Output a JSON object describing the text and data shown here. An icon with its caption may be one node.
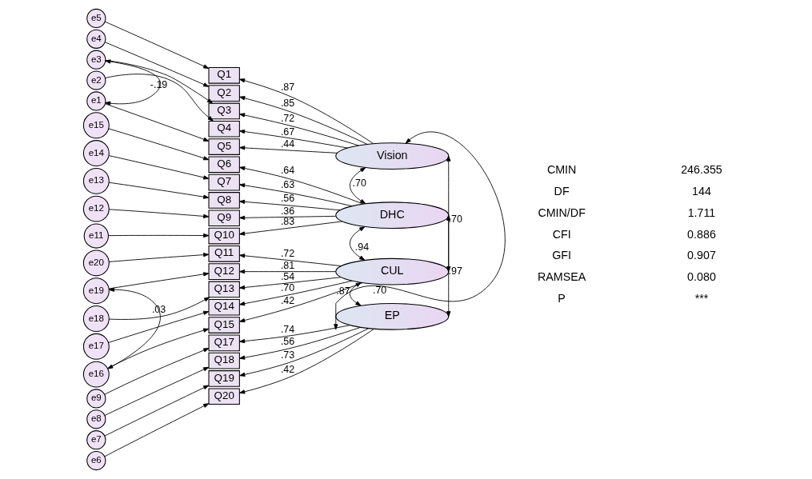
{
  "diagram": {
    "nodes": [
      {
        "text": [
          "Vision"
        ]
      },
      {
        "text": [
          "DHC"
        ]
      },
      {
        "text": [
          "CUL"
        ]
      },
      {
        "text": [
          "EP"
        ]
      },
      {
        "text": [
          "Q1"
        ]
      },
      {
        "text": [
          "Q2"
        ]
      },
      {
        "text": [
          "Q3"
        ]
      },
      {
        "text": [
          "Q4"
        ]
      },
      {
        "text": [
          "Q5"
        ]
      },
      {
        "text": [
          "Q6"
        ]
      },
      {
        "text": [
          "Q7"
        ]
      },
      {
        "text": [
          "Q8"
        ]
      },
      {
        "text": [
          "Q9"
        ]
      },
      {
        "text": [
          "Q10"
        ]
      },
      {
        "text": [
          "Q11"
        ]
      },
      {
        "text": [
          "Q12"
        ]
      },
      {
        "text": [
          "Q13"
        ]
      },
      {
        "text": [
          "Q14"
        ]
      },
      {
        "text": [
          "Q15"
        ]
      },
      {
        "text": [
          "Q17"
        ]
      },
      {
        "text": [
          "Q18"
        ]
      },
      {
        "text": [
          "Q19"
        ]
      },
      {
        "text": [
          "Q20"
        ]
      },
      {
        "text": [
          "e5"
        ]
      },
      {
        "text": [
          "e4"
        ]
      },
      {
        "text": [
          "e3"
        ]
      },
      {
        "text": [
          "e2"
        ]
      },
      {
        "text": [
          "e1"
        ]
      },
      {
        "text": [
          "e15"
        ]
      },
      {
        "text": [
          "e14"
        ]
      },
      {
        "text": [
          "e13"
        ]
      },
      {
        "text": [
          "e12"
        ]
      },
      {
        "text": [
          "e11"
        ]
      },
      {
        "text": [
          "e20"
        ]
      },
      {
        "text": [
          "e19"
        ]
      },
      {
        "text": [
          "e18"
        ]
      },
      {
        "text": [
          "e17"
        ]
      },
      {
        "text": [
          "e16"
        ]
      },
      {
        "text": [
          "e9"
        ]
      },
      {
        "text": [
          "e8"
        ]
      },
      {
        "text": [
          "e7"
        ]
      },
      {
        "text": [
          "e6"
        ]
      }
    ],
    "edges": [
      {
        "from": 23,
        "to": 4,
        "arrow": "to"
      },
      {
        "from": 24,
        "to": 5,
        "arrow": "to"
      },
      {
        "from": 25,
        "to": 6,
        "arrow": "to"
      },
      {
        "from": 26,
        "to": 7,
        "arrow": "to"
      },
      {
        "from": 27,
        "to": 8,
        "arrow": "to"
      },
      {
        "from": 28,
        "to": 9,
        "arrow": "to"
      },
      {
        "from": 29,
        "to": 10,
        "arrow": "to"
      },
      {
        "from": 30,
        "to": 11,
        "arrow": "to"
      },
      {
        "from": 31,
        "to": 12,
        "arrow": "to"
      },
      {
        "from": 32,
        "to": 13,
        "arrow": "to"
      },
      {
        "from": 33,
        "to": 14,
        "arrow": "to"
      },
      {
        "from": 34,
        "to": 15,
        "arrow": "to"
      },
      {
        "from": 35,
        "to": 16,
        "arrow": "to"
      },
      {
        "from": 36,
        "to": 17,
        "arrow": "to"
      },
      {
        "from": 37,
        "to": 18,
        "arrow": "to"
      },
      {
        "from": 38,
        "to": 19,
        "arrow": "to"
      },
      {
        "from": 39,
        "to": 20,
        "arrow": "to"
      },
      {
        "from": 40,
        "to": 21,
        "arrow": "to"
      },
      {
        "from": 41,
        "to": 22,
        "arrow": "to"
      },
      {
        "from": 25,
        "to": 27,
        "arrow": "both",
        "label": "-.19"
      },
      {
        "from": 34,
        "to": 37,
        "arrow": "both",
        "label": ".03"
      },
      {
        "from": 0,
        "to": 4,
        "arrow": "to",
        "label": ".87"
      },
      {
        "from": 0,
        "to": 5,
        "arrow": "to",
        "label": ".85"
      },
      {
        "from": 0,
        "to": 6,
        "arrow": "to",
        "label": ".72"
      },
      {
        "from": 0,
        "to": 7,
        "arrow": "to",
        "label": ".67"
      },
      {
        "from": 0,
        "to": 8,
        "arrow": "to",
        "label": ".44"
      },
      {
        "from": 1,
        "to": 9,
        "arrow": "to",
        "label": ".64"
      },
      {
        "from": 1,
        "to": 10,
        "arrow": "to",
        "label": ".63"
      },
      {
        "from": 1,
        "to": 11,
        "arrow": "to",
        "label": ".56"
      },
      {
        "from": 1,
        "to": 12,
        "arrow": "to",
        "label": ".36"
      },
      {
        "from": 1,
        "to": 13,
        "arrow": "to",
        "label": ".83"
      },
      {
        "from": 2,
        "to": 14,
        "arrow": "to",
        "label": ".72"
      },
      {
        "from": 2,
        "to": 15,
        "arrow": "to",
        "label": ".81"
      },
      {
        "from": 2,
        "to": 16,
        "arrow": "to",
        "label": ".54"
      },
      {
        "from": 2,
        "to": 17,
        "arrow": "to",
        "label": ".70"
      },
      {
        "from": 2,
        "to": 18,
        "arrow": "to",
        "label": ".42"
      },
      {
        "from": 3,
        "to": 19,
        "arrow": "to",
        "label": ".74"
      },
      {
        "from": 3,
        "to": 20,
        "arrow": "to",
        "label": ".56"
      },
      {
        "from": 3,
        "to": 21,
        "arrow": "to",
        "label": ".73"
      },
      {
        "from": 3,
        "to": 22,
        "arrow": "to",
        "label": ".42"
      },
      {
        "from": 0,
        "to": 1,
        "arrow": "both",
        "label": ".70"
      },
      {
        "from": 0,
        "to": 2,
        "arrow": "both",
        "label": ".70"
      },
      {
        "from": 0,
        "to": 3,
        "arrow": "both",
        "label": ".70"
      },
      {
        "from": 1,
        "to": 2,
        "arrow": "both",
        "label": ".94"
      },
      {
        "from": 1,
        "to": 3,
        "arrow": "both",
        "label": ".97"
      },
      {
        "from": 2,
        "to": 3,
        "arrow": "both",
        "label": ".87"
      }
    ],
    "labels": [
      "CMIN",
      "246.355",
      "DF",
      "144",
      "CMIN/DF",
      "1.711",
      "CFI",
      "0.886",
      "GFI",
      "0.907",
      "RAMSEA",
      "0.080",
      "P",
      "***"
    ]
  }
}
